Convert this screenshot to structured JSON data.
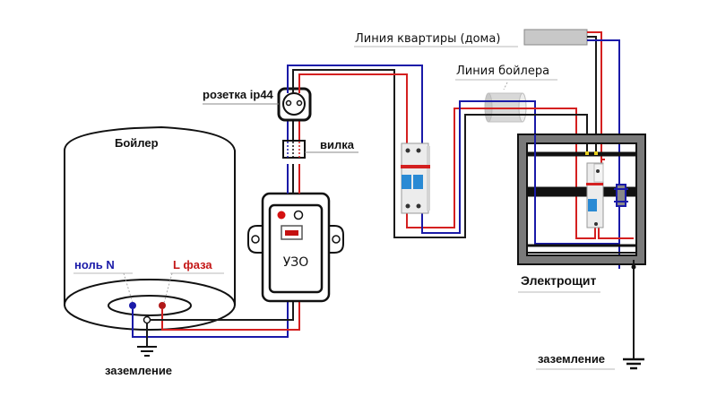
{
  "diagram": {
    "title": "Схема подключения бойлера через УЗО",
    "labels": {
      "boiler": "Бойлер",
      "neutral": "ноль N",
      "phase": "L  фаза",
      "ground_left": "заземление",
      "socket": "розетка  ip44",
      "plug": "вилка",
      "rcd": "УЗО",
      "boiler_line": "Линия бойлера",
      "apartment_line": "Линия квартиры (дома)",
      "panel": "Электрощит",
      "ground_right": "заземление"
    },
    "colors": {
      "neutral_wire": "#1a1aa8",
      "phase_wire": "#d42020",
      "ground_wire": "#1a1a1a",
      "cable_gray": "#c8c8c8",
      "panel_frame": "#8a8a8a",
      "breaker_handle": "#2a8ad4",
      "rcd_indicator": "#d41010"
    },
    "components": [
      {
        "id": "boiler",
        "name": "Бойлер"
      },
      {
        "id": "rcd",
        "name": "УЗО"
      },
      {
        "id": "socket",
        "name": "розетка ip44"
      },
      {
        "id": "plug",
        "name": "вилка"
      },
      {
        "id": "breaker-2pole",
        "name": "Двухполюсный автомат"
      },
      {
        "id": "panel",
        "name": "Электрощит"
      },
      {
        "id": "apartment-cable",
        "name": "Линия квартиры (дома)"
      },
      {
        "id": "boiler-cable",
        "name": "Линия бойлера"
      }
    ]
  }
}
